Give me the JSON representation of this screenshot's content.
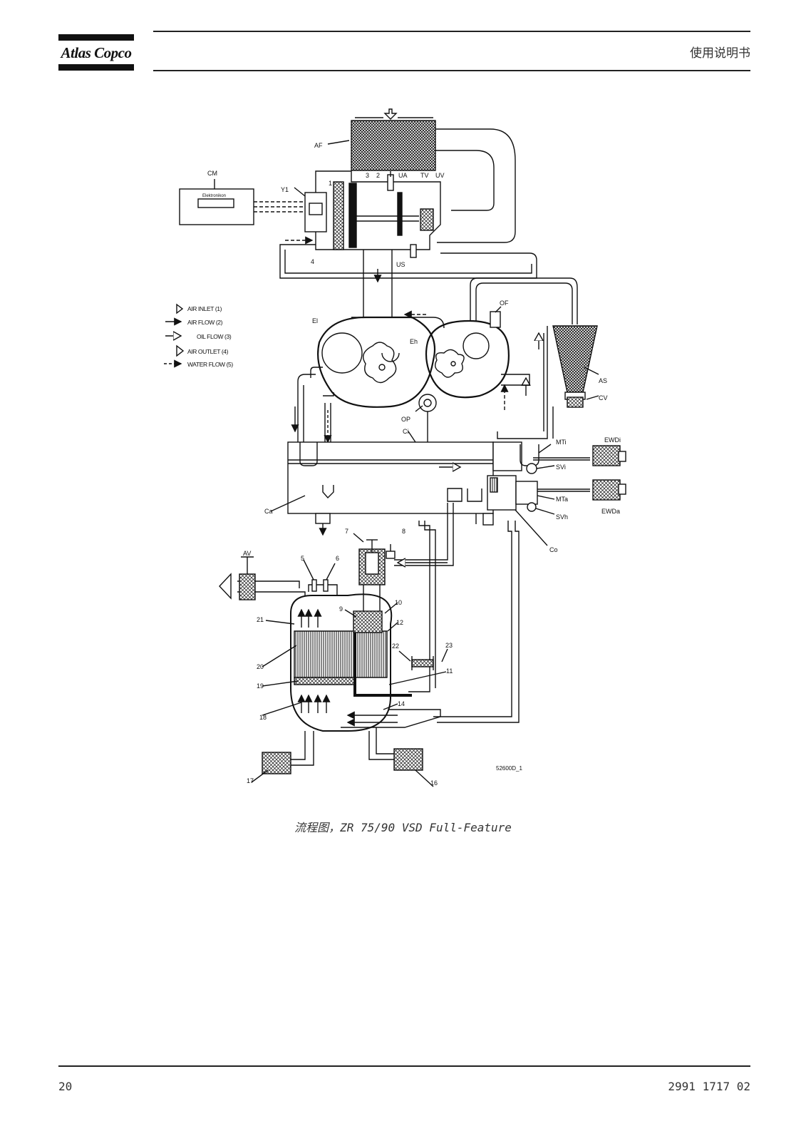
{
  "header": {
    "brand": "Atlas Copco",
    "title": "使用说明书"
  },
  "figure": {
    "caption": "流程图，ZR 75/90 VSD Full-Feature",
    "drawing_code": "52600D_1",
    "legend": [
      {
        "label": "AIR INLET (1)",
        "icon": "hollow-arrow-icon"
      },
      {
        "label": "AIR FLOW (2)",
        "icon": "solid-arrow-icon"
      },
      {
        "label": "OIL FLOW (3)",
        "icon": "open-arrow-icon"
      },
      {
        "label": "AIR OUTLET (4)",
        "icon": "hollow-arrow-icon"
      },
      {
        "label": "WATER FLOW (5)",
        "icon": "dashed-arrow-icon"
      }
    ],
    "controller_brand": "Elektronikon",
    "labels": {
      "AF": "AF",
      "CM": "CM",
      "Y1": "Y1",
      "n1": "1",
      "n3": "3",
      "n2": "2",
      "UA": "UA",
      "TV": "TV",
      "UV": "UV",
      "n4": "4",
      "US": "US",
      "OF": "OF",
      "El": "El",
      "Eh": "Eh",
      "AS": "AS",
      "CV": "CV",
      "OP": "OP",
      "Ci": "Ci",
      "MTi": "MTi",
      "SVi": "SVi",
      "EWDi": "EWDi",
      "MTa": "MTa",
      "SVh": "SVh",
      "EWDa": "EWDa",
      "Ca": "Ca",
      "Co": "Co",
      "n7": "7",
      "n8": "8",
      "AV": "AV",
      "n5": "5",
      "n6": "6",
      "n10": "10",
      "n9": "9",
      "n12": "12",
      "n21": "21",
      "n22": "22",
      "n23": "23",
      "n11": "11",
      "n20": "20",
      "n19": "19",
      "n14": "14",
      "n18": "18",
      "n17": "17",
      "n16": "16"
    }
  },
  "footer": {
    "page_number": "20",
    "doc_number": "2991 1717 02"
  }
}
